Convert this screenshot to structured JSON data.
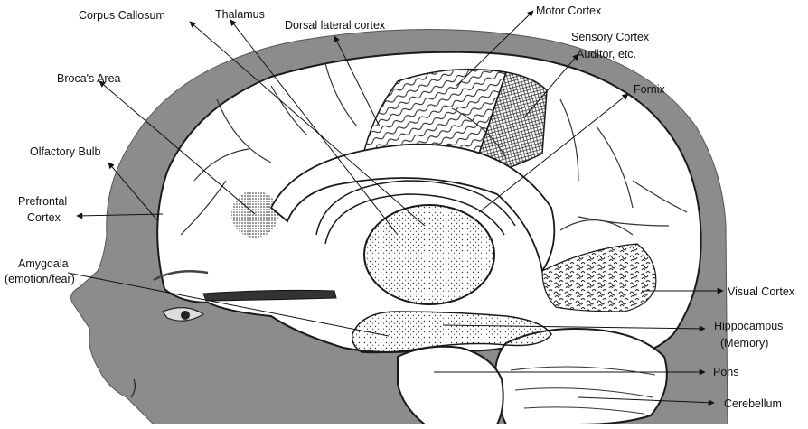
{
  "labels": {
    "corpus_callosum": "Corpus Callosum",
    "thalamus": "Thalamus",
    "dorsal_lateral_cortex": "Dorsal lateral cortex",
    "motor_cortex": "Motor Cortex",
    "sensory_cortex_line1": "Sensory Cortex",
    "sensory_cortex_line2": "Auditor, etc.",
    "fornix": "Fornix",
    "brocas_area": "Broca's Area",
    "olfactory_bulb": "Olfactory Bulb",
    "prefrontal_line1": "Prefrontal",
    "prefrontal_line2": "Cortex",
    "amygdala_line1": "Amygdala",
    "amygdala_line2": "(emotion/fear)",
    "visual_cortex": "Visual Cortex",
    "hippocampus_line1": "Hippocampus",
    "hippocampus_line2": "(Memory)",
    "pons": "Pons",
    "cerebellum": "Cerebellum"
  },
  "colors": {
    "head": "#8c8c8c",
    "brain": "#ffffff",
    "outline": "#1a1a1a",
    "background": "#ffffff"
  }
}
